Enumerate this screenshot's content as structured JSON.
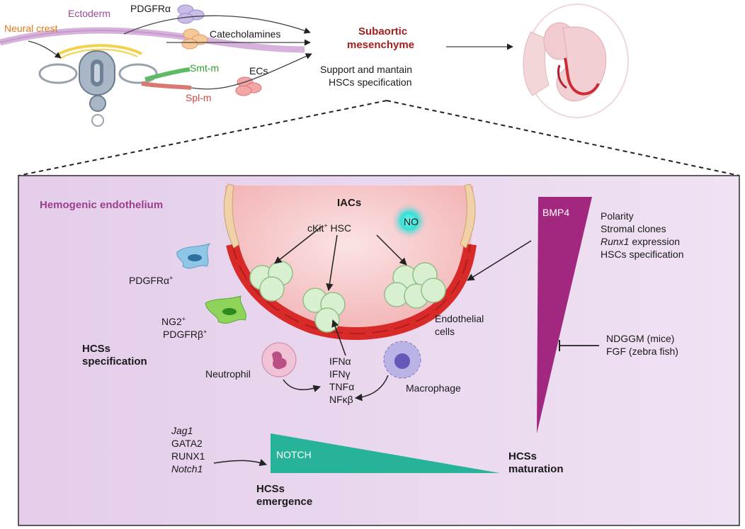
{
  "top": {
    "ectoderm": "Ectoderm",
    "neural_crest": "Neural crest",
    "smt_m": "Smt-m",
    "spl_m": "Spl-m",
    "pdgfra": "PDGFRα",
    "catecholamines": "Catecholamines",
    "ecs": "ECs",
    "subaortic_line1": "Subaortic",
    "subaortic_line2": "mesenchyme",
    "support_line1": "Support and mantain",
    "support_line2": "HSCs specification"
  },
  "panel": {
    "hemogenic_endothelium": "Hemogenic endothelium",
    "iacs": "IACs",
    "no": "NO",
    "ckit_pre": "cKit",
    "ckit_sup": "+",
    "ckit_post": " HSC",
    "pdgfra_pos": "PDGFRα",
    "pdgfra_pos_sup": "+",
    "ng2": "NG2",
    "ng2_sup": "+",
    "pdgfrb": "PDGFRβ",
    "pdgfrb_sup": "+",
    "hcss_spec_line1": "HCSs",
    "hcss_spec_line2": "specification",
    "neutrophil": "Neutrophil",
    "macrophage": "Macrophage",
    "ifna": "IFNα",
    "ifng": "IFNγ",
    "tnfa": "TNFα",
    "nfkb": "NFκβ",
    "endothelial_line1": "Endothelial",
    "endothelial_line2": "cells",
    "bmp4": "BMP4",
    "bmp4_effects": {
      "polarity": "Polarity",
      "stromal_clones": "Stromal clones",
      "runx1_italic": "Runx1",
      "runx1_rest": " expression",
      "hscs_spec": "HSCs specification"
    },
    "ndggm": "NDGGM (mice)",
    "fgf": "FGF (zebra fish)",
    "jag1": "Jag1",
    "gata2": "GATA2",
    "runx1": "RUNX1",
    "notch1": "Notch1",
    "notch": "NOTCH",
    "emergence_line1": "HCSs",
    "emergence_line2": "emergence",
    "maturation_line1": "HCSs",
    "maturation_line2": "maturation"
  },
  "colors": {
    "ectoderm": "#9b4a9a",
    "neural_crest": "#e07b1a",
    "smt_m": "#2e9e2e",
    "spl_m": "#d0463e",
    "subaortic": "#a3201e",
    "hemogenic": "#9b3e8c",
    "bmp4_fill": "#a2287f",
    "notch_fill": "#27b39a",
    "panel_fill": "#e8d6ef",
    "panel_border": "#2b2b2b",
    "endothelium": "#d82a28",
    "hsc_cell": "#d8f0d0",
    "no_glow": "#33e0d6"
  }
}
